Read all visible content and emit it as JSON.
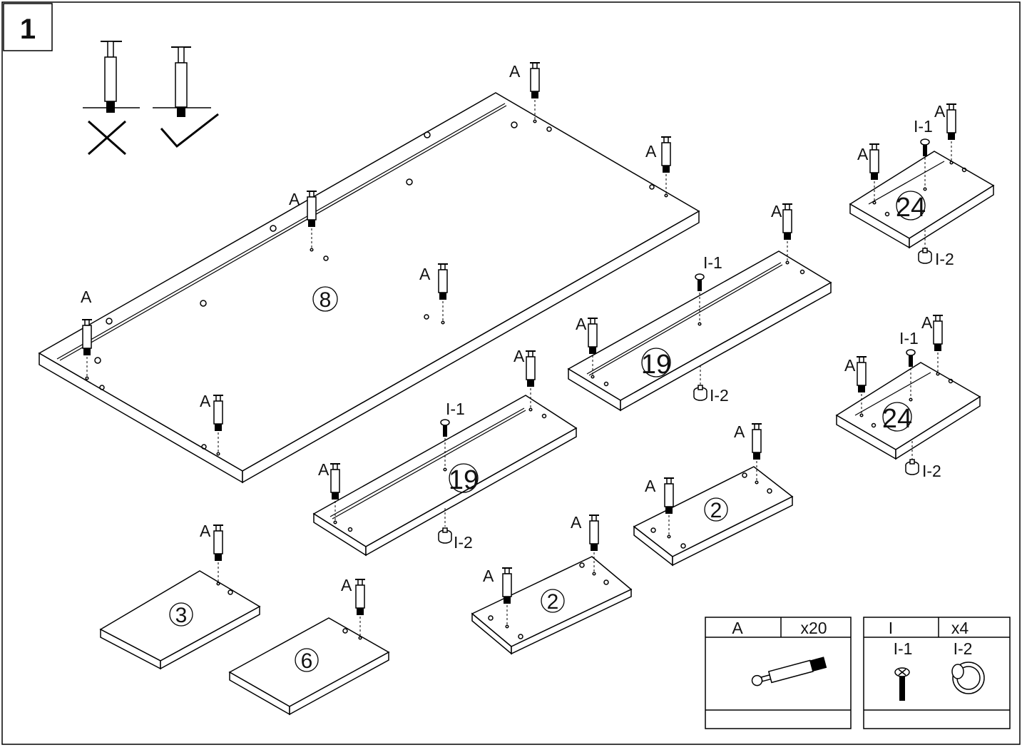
{
  "step": "1",
  "legend_A": {
    "letter": "A",
    "qty": "x20"
  },
  "legend_I": {
    "letter": "I",
    "qty": "x4",
    "part1": "I-1",
    "part2": "I-2"
  },
  "labels": {
    "cam_bolt": "A",
    "screw": "I-1",
    "glide": "I-2"
  },
  "parts": {
    "p8": "8",
    "p19a": "19",
    "p19b": "19",
    "p24a": "24",
    "p24b": "24",
    "p2a": "2",
    "p2b": "2",
    "p3": "3",
    "p6": "6"
  }
}
